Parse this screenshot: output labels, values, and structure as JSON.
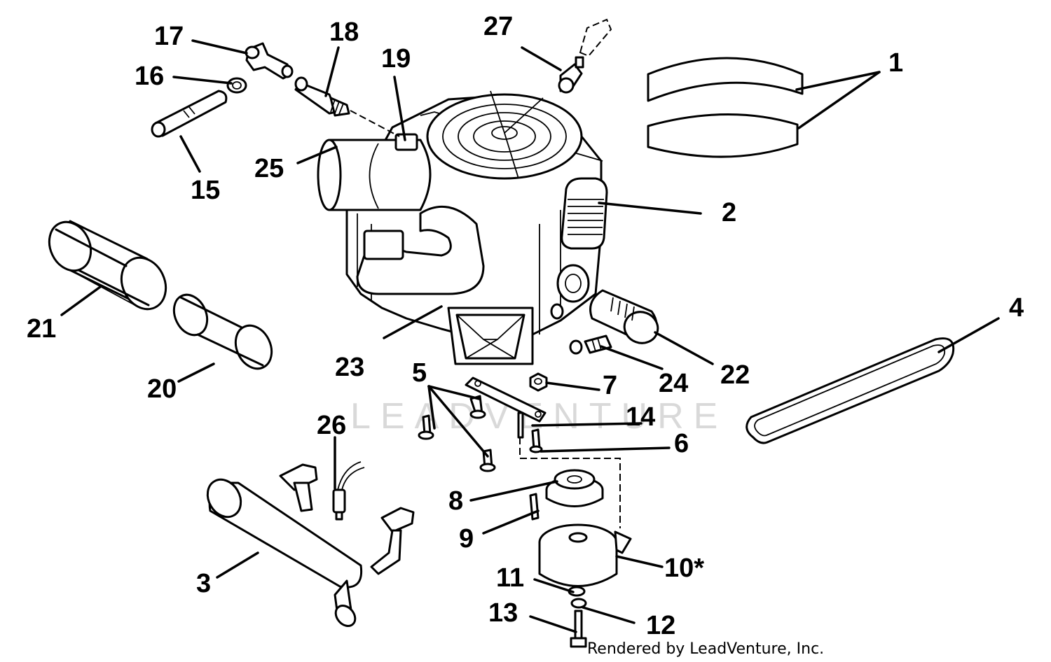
{
  "watermark": "LEADVENTURE",
  "credit": "Rendered by LeadVenture, Inc.",
  "callouts": [
    "1",
    "2",
    "3",
    "4",
    "5",
    "6",
    "7",
    "8",
    "9",
    "10*",
    "11",
    "12",
    "13",
    "14",
    "15",
    "16",
    "17",
    "18",
    "19",
    "20",
    "21",
    "22",
    "23",
    "24",
    "25",
    "26",
    "27"
  ]
}
